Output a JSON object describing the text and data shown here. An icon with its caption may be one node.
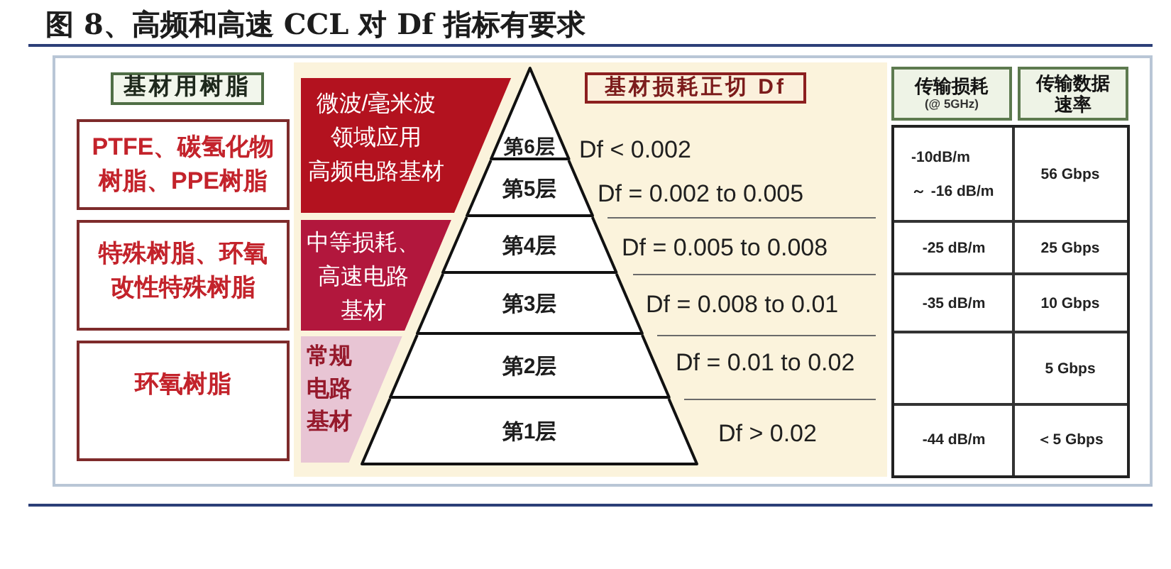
{
  "diagram": {
    "title": "图 8、高频和高速 CCL 对 Df 指标有要求",
    "nodes": [
      {
        "text": [
          "基材用树脂"
        ]
      },
      {
        "text": [
          "PTFE、碳氢化物树脂、PPE树脂"
        ]
      },
      {
        "text": [
          "特殊树脂、环氧改性特殊树脂"
        ]
      },
      {
        "text": [
          "环氧树脂"
        ]
      },
      {
        "text": [
          "微波/毫米波领域应用高频电路基材"
        ]
      },
      {
        "text": [
          "中等损耗、高速电路基材"
        ]
      },
      {
        "text": [
          "常规电路基材"
        ]
      },
      {
        "text": [
          "基材损耗正切 Df"
        ]
      },
      {
        "text": [
          "第6层"
        ],
        "beside": [
          "Df < 0.002"
        ]
      },
      {
        "text": [
          "第5层"
        ],
        "beside": [
          "Df = 0.002 to 0.005"
        ]
      },
      {
        "text": [
          "第4层"
        ],
        "beside": [
          "Df = 0.005 to 0.008"
        ]
      },
      {
        "text": [
          "第3层"
        ],
        "beside": [
          "Df = 0.008 to 0.01"
        ]
      },
      {
        "text": [
          "第2层"
        ],
        "beside": [
          "Df = 0.01 to 0.02"
        ]
      },
      {
        "text": [
          "第1层"
        ],
        "beside": [
          "Df > 0.02"
        ]
      },
      {
        "text": [
          "传输损耗",
          "(@ 5GHz)"
        ]
      },
      {
        "text": [
          "传输数据速率"
        ]
      }
    ],
    "labels": [
      "-10dB/m ～ -16 dB/m",
      "56 Gbps",
      "-25 dB/m",
      "25 Gbps",
      "-35 dB/m",
      "10 Gbps",
      "5 Gbps",
      "-44 dB/m",
      "＜5 Gbps"
    ]
  }
}
